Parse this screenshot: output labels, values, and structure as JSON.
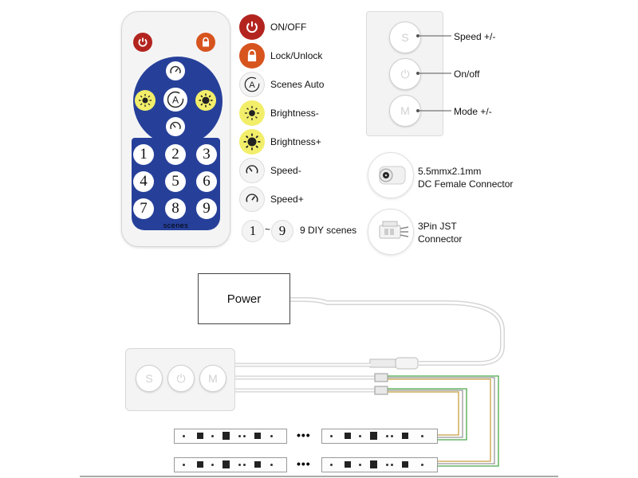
{
  "remote": {
    "numbers": [
      "1",
      "2",
      "3",
      "4",
      "5",
      "6",
      "7",
      "8",
      "9"
    ],
    "scenes_label": "scenes",
    "auto_glyph": "A"
  },
  "legend": [
    {
      "icon": "power-icon",
      "label": "ON/OFF"
    },
    {
      "icon": "lock-icon",
      "label": "Lock/Unlock"
    },
    {
      "icon": "auto-icon",
      "label": "Scenes Auto"
    },
    {
      "icon": "sun-dim-icon",
      "label": "Brightness-"
    },
    {
      "icon": "sun-bright-icon",
      "label": "Brightness+"
    },
    {
      "icon": "speed-down-icon",
      "label": "Speed-"
    },
    {
      "icon": "speed-up-icon",
      "label": "Speed+"
    }
  ],
  "diy": {
    "from": "1",
    "sep": "~",
    "to": "9",
    "label": "9 DIY scenes"
  },
  "controller": {
    "buttons": [
      {
        "icon": "speed-icon",
        "glyph": "S",
        "label": "Speed +/-"
      },
      {
        "icon": "power-icon",
        "glyph": "⏻",
        "label": "On/off"
      },
      {
        "icon": "mode-icon",
        "glyph": "M",
        "label": "Mode +/-"
      }
    ]
  },
  "connectors": {
    "dc": {
      "line1": "5.5mmx2.1mm",
      "line2": "DC Female Connector"
    },
    "jst": {
      "line1": "3Pin JST",
      "line2": "Connector"
    }
  },
  "wiring": {
    "power_label": "Power",
    "ellipsis": "•••"
  },
  "colors": {
    "power_red": "#b3241f",
    "lock_orange": "#d7541f",
    "remote_blue": "#26409a",
    "sun_yellow": "#f2ee6a"
  }
}
